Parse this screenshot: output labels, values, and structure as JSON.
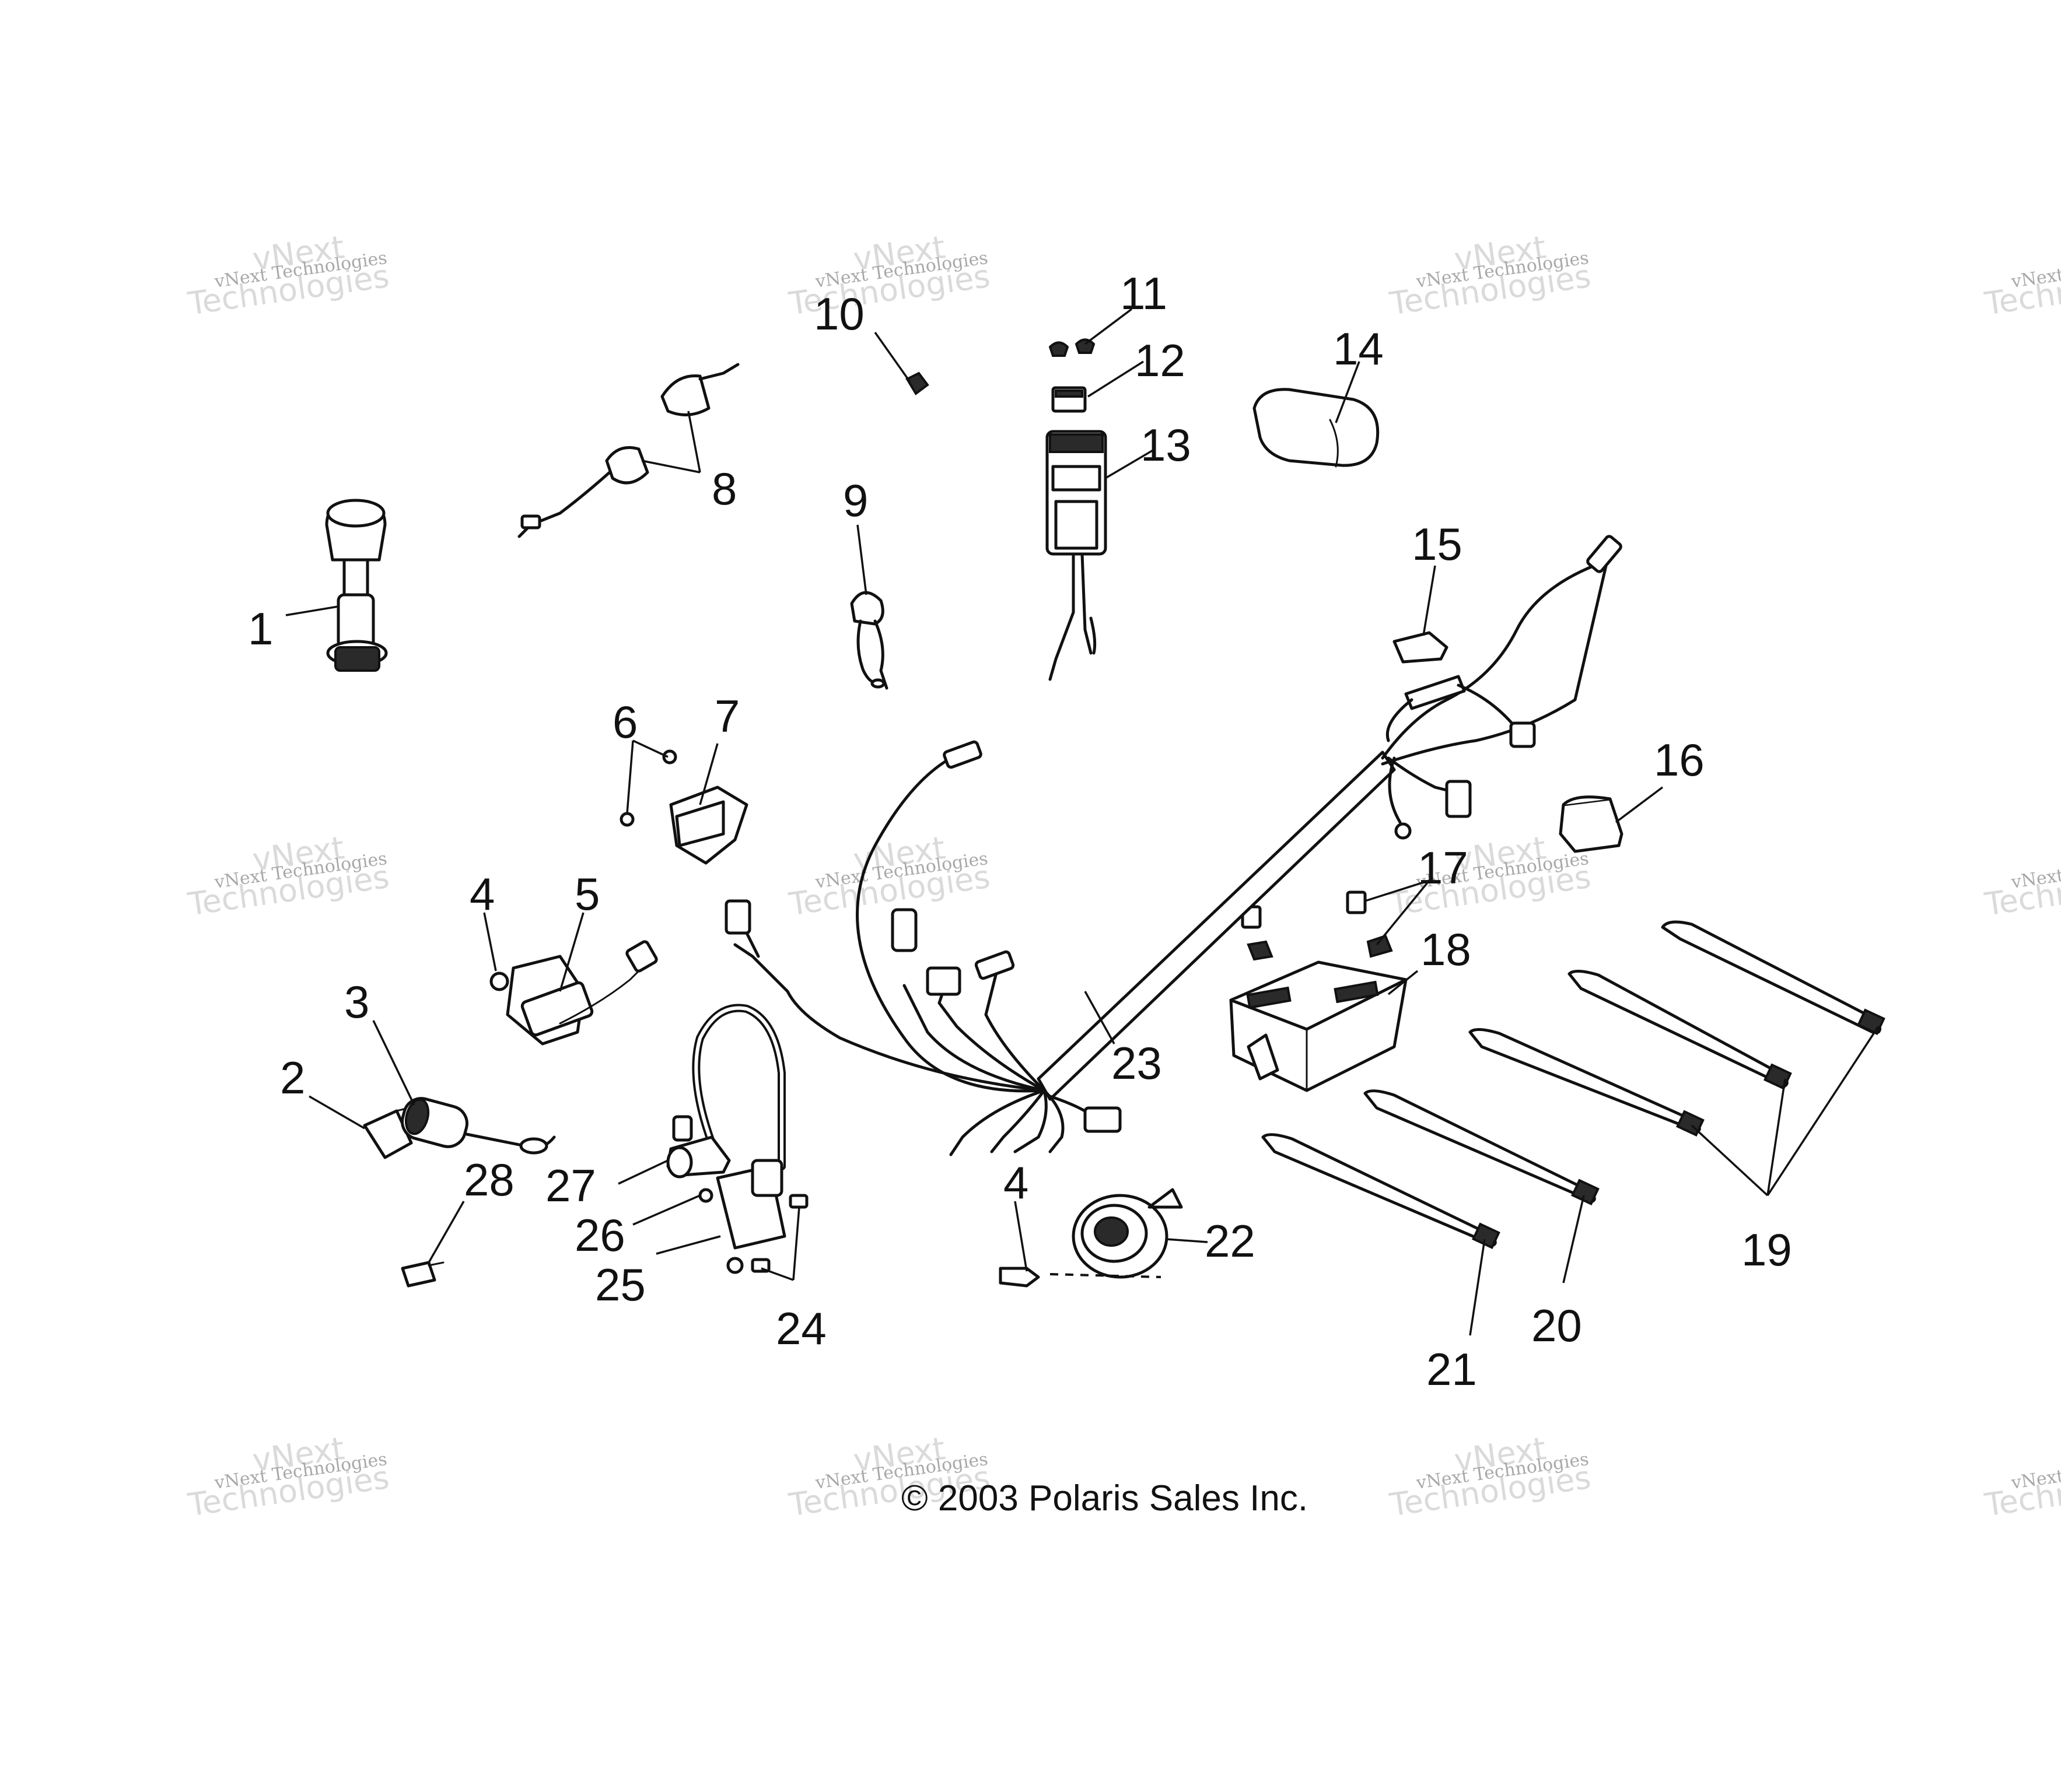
{
  "diagram": {
    "copyright": "© 2003 Polaris Sales Inc.",
    "watermark": {
      "line1": "vNext Technologies",
      "line2": "vNext",
      "line3": "Technologies"
    },
    "callouts": [
      {
        "id": "1",
        "label": "1"
      },
      {
        "id": "2",
        "label": "2"
      },
      {
        "id": "3",
        "label": "3"
      },
      {
        "id": "4a",
        "label": "4"
      },
      {
        "id": "4b",
        "label": "4"
      },
      {
        "id": "5",
        "label": "5"
      },
      {
        "id": "6",
        "label": "6"
      },
      {
        "id": "7",
        "label": "7"
      },
      {
        "id": "8",
        "label": "8"
      },
      {
        "id": "9",
        "label": "9"
      },
      {
        "id": "10",
        "label": "10"
      },
      {
        "id": "11",
        "label": "11"
      },
      {
        "id": "12",
        "label": "12"
      },
      {
        "id": "13",
        "label": "13"
      },
      {
        "id": "14",
        "label": "14"
      },
      {
        "id": "15",
        "label": "15"
      },
      {
        "id": "16",
        "label": "16"
      },
      {
        "id": "17",
        "label": "17"
      },
      {
        "id": "18",
        "label": "18"
      },
      {
        "id": "19",
        "label": "19"
      },
      {
        "id": "20",
        "label": "20"
      },
      {
        "id": "21",
        "label": "21"
      },
      {
        "id": "22",
        "label": "22"
      },
      {
        "id": "23",
        "label": "23"
      },
      {
        "id": "24",
        "label": "24"
      },
      {
        "id": "25",
        "label": "25"
      },
      {
        "id": "26",
        "label": "26"
      },
      {
        "id": "27",
        "label": "27"
      },
      {
        "id": "28",
        "label": "28"
      }
    ]
  }
}
